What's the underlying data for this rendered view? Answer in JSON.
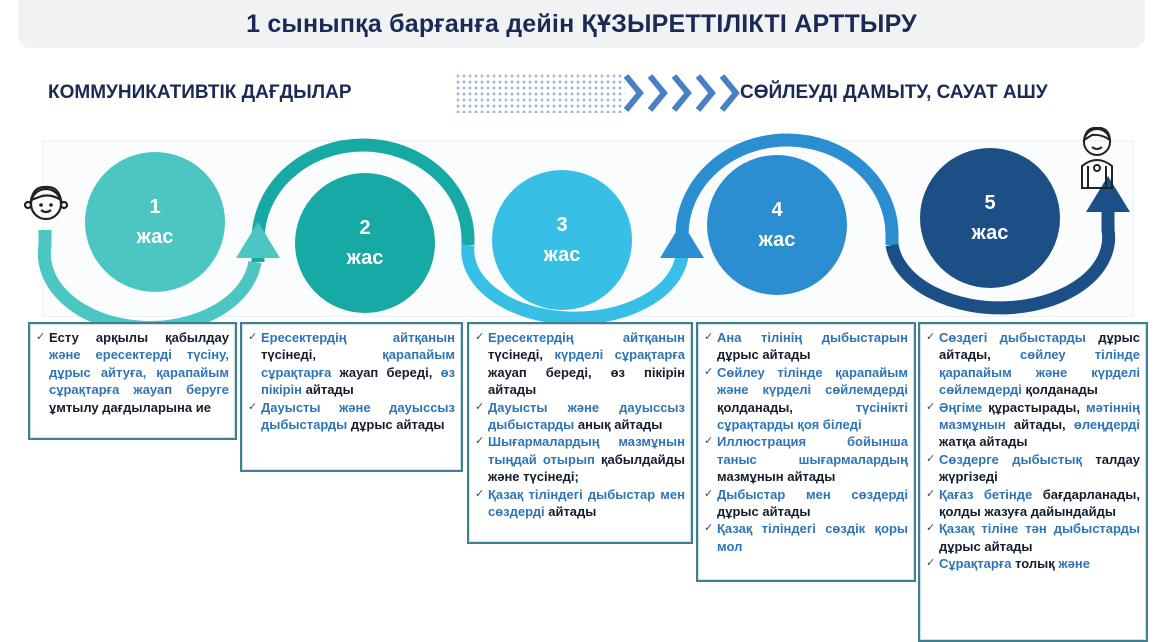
{
  "title": "1 сыныпқа барғанға дейін ҚҰЗЫРЕТТІЛІКТІ  АРТТЫРУ",
  "left_heading": "КОММУНИКАТИВТІК ДАҒДЫЛАР",
  "right_heading": "СӨЙЛЕУДІ ДАМЫТУ, САУАТ АШУ",
  "colors": {
    "c1": "#4cc6c3",
    "c2": "#17aaa4",
    "c3": "#37bfe6",
    "c4": "#2a8ed1",
    "c5": "#1b4f86",
    "text_blue": "#2f75b5",
    "text_dark": "#141d2b"
  },
  "stages": [
    {
      "num": "1",
      "unit": "жас"
    },
    {
      "num": "2",
      "unit": "жас"
    },
    {
      "num": "3",
      "unit": "жас"
    },
    {
      "num": "4",
      "unit": "жас"
    },
    {
      "num": "5",
      "unit": "жас"
    }
  ],
  "boxes": [
    {
      "items": [
        [
          {
            "t": "Есту арқылы қабылдау ",
            "c": "d"
          },
          {
            "t": "және ересектерді түсіну, дұрыс айтуға, қарапайым сұрақтарға жауап беруге ",
            "c": "b"
          },
          {
            "t": "ұмтылу дағдыларына ие",
            "c": "d"
          }
        ]
      ]
    },
    {
      "items": [
        [
          {
            "t": "Ересектердің айтқанын ",
            "c": "b"
          },
          {
            "t": "түсінеді, ",
            "c": "d"
          },
          {
            "t": "қарапайым сұрақтарға ",
            "c": "b"
          },
          {
            "t": "жауап береді, ",
            "c": "d"
          },
          {
            "t": "өз пікірін ",
            "c": "b"
          },
          {
            "t": "айтады",
            "c": "d"
          }
        ],
        [
          {
            "t": "Дауысты және дауыссыз дыбыстарды ",
            "c": "b"
          },
          {
            "t": "дұрыс айтады",
            "c": "d"
          }
        ]
      ]
    },
    {
      "items": [
        [
          {
            "t": "Ересектердің айтқанын ",
            "c": "b"
          },
          {
            "t": "түсінеді, ",
            "c": "d"
          },
          {
            "t": "күрделі сұрақтарға ",
            "c": "b"
          },
          {
            "t": "жауап береді, өз пікірін айтады",
            "c": "d"
          }
        ],
        [
          {
            "t": "Дауысты және дауыссыз дыбыстарды ",
            "c": "b"
          },
          {
            "t": "анық айтады",
            "c": "d"
          }
        ],
        [
          {
            "t": "Шығармалардың мазмұнын тыңдай отырып ",
            "c": "b"
          },
          {
            "t": "қабылдайды және түсінеді;",
            "c": "d"
          }
        ],
        [
          {
            "t": "Қазақ тіліндегі дыбыстар мен сөздерді ",
            "c": "b"
          },
          {
            "t": "айтады",
            "c": "d"
          }
        ]
      ]
    },
    {
      "items": [
        [
          {
            "t": "Ана тілінің дыбыстарын ",
            "c": "b"
          },
          {
            "t": "дұрыс айтады",
            "c": "d"
          }
        ],
        [
          {
            "t": "Сөйлеу тілінде қарапайым және күрделі сөйлемдерді ",
            "c": "b"
          },
          {
            "t": "қолданады, ",
            "c": "d"
          },
          {
            "t": "түсінікті сұрақтарды қоя біледі",
            "c": "b"
          }
        ],
        [
          {
            "t": "Иллюстрация бойынша таныс шығармалардың ",
            "c": "b"
          },
          {
            "t": "мазмұнын айтады",
            "c": "d"
          }
        ],
        [
          {
            "t": "Дыбыстар мен сөздерді ",
            "c": "b"
          },
          {
            "t": "дұрыс айтады",
            "c": "d"
          }
        ],
        [
          {
            "t": "Қазақ тіліндегі сөздік қоры мол",
            "c": "b"
          }
        ]
      ]
    },
    {
      "items": [
        [
          {
            "t": "Сөздегі дыбыстарды ",
            "c": "b"
          },
          {
            "t": "дұрыс айтады, ",
            "c": "d"
          },
          {
            "t": "сөйлеу тілінде қарапайым және күрделі сөйлемдерді ",
            "c": "b"
          },
          {
            "t": "қолданады",
            "c": "d"
          }
        ],
        [
          {
            "t": "Әңгіме ",
            "c": "b"
          },
          {
            "t": "құрастырады, ",
            "c": "d"
          },
          {
            "t": "мәтіннің мазмұнын ",
            "c": "b"
          },
          {
            "t": "айтады, ",
            "c": "d"
          },
          {
            "t": "өлеңдерді ",
            "c": "b"
          },
          {
            "t": "жатқа айтады",
            "c": "d"
          }
        ],
        [
          {
            "t": "Сөздерге дыбыстық ",
            "c": "b"
          },
          {
            "t": "талдау жүргізеді",
            "c": "d"
          }
        ],
        [
          {
            "t": "Қағаз бетінде ",
            "c": "b"
          },
          {
            "t": "бағдарланады, қолды жазуға дайындайды",
            "c": "d"
          }
        ],
        [
          {
            "t": "Қазақ тіліне тән дыбыстарды ",
            "c": "b"
          },
          {
            "t": "дұрыс айтады",
            "c": "d"
          }
        ],
        [
          {
            "t": "Сұрақтарға ",
            "c": "b"
          },
          {
            "t": "толық ",
            "c": "d"
          },
          {
            "t": "және",
            "c": "b"
          }
        ]
      ]
    }
  ]
}
